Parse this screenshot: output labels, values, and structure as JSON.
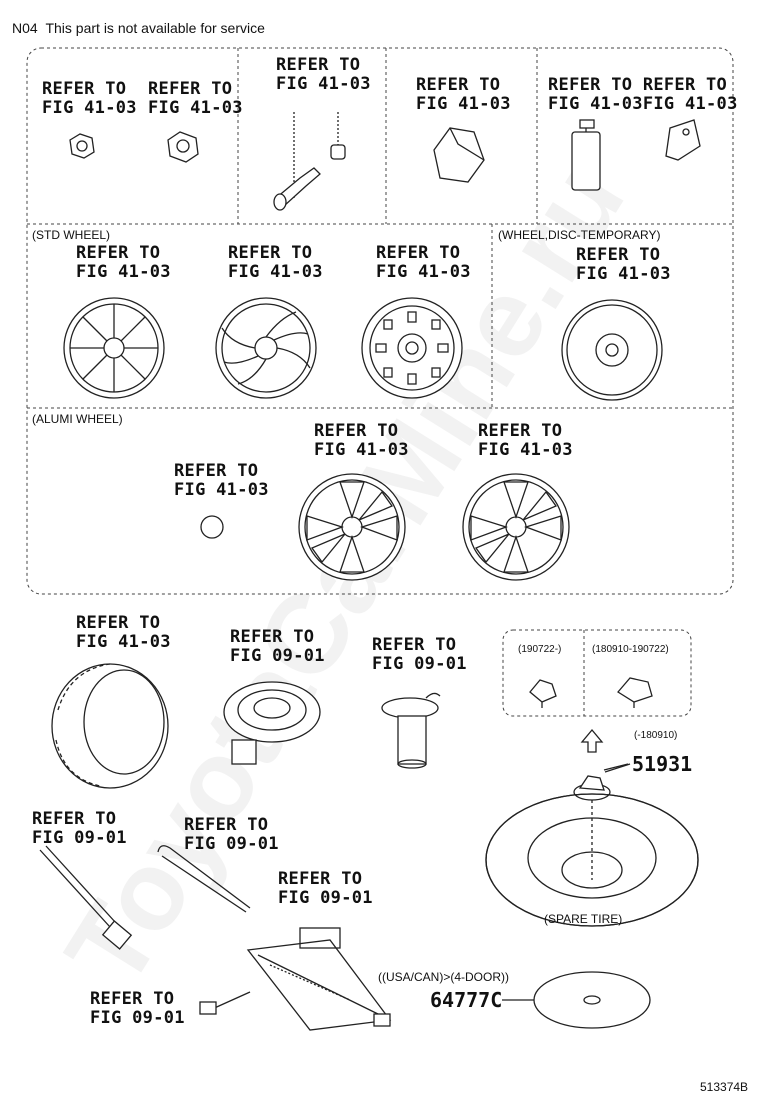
{
  "header": {
    "code": "N04",
    "text": "This part is not available for service"
  },
  "labels": {
    "refer_to": "REFER TO",
    "fig_41_03": "FIG 41-03",
    "fig_09_01": "FIG 09-01",
    "fig_41_03_tight": "FIG 41-03FIG 41-03",
    "refer_to_tight": "REFER TO REFER TO"
  },
  "sections": {
    "std_wheel": "(STD WHEEL)",
    "wheel_disc_temporary": "(WHEEL,DISC-TEMPORARY)",
    "alumi_wheel": "(ALUMI WHEEL)"
  },
  "variants": {
    "v1": "(190722-)",
    "v2": "(180910-190722)",
    "v3": "(-180910)"
  },
  "parts": {
    "p51931": "51931",
    "p64777c": "64777C"
  },
  "notes": {
    "spare_tire": "(SPARE TIRE)",
    "usa_can": "((USA/CAN)>(4-DOOR))"
  },
  "doc_number": "513374B",
  "watermark": "ToyotaCarMine.ru"
}
